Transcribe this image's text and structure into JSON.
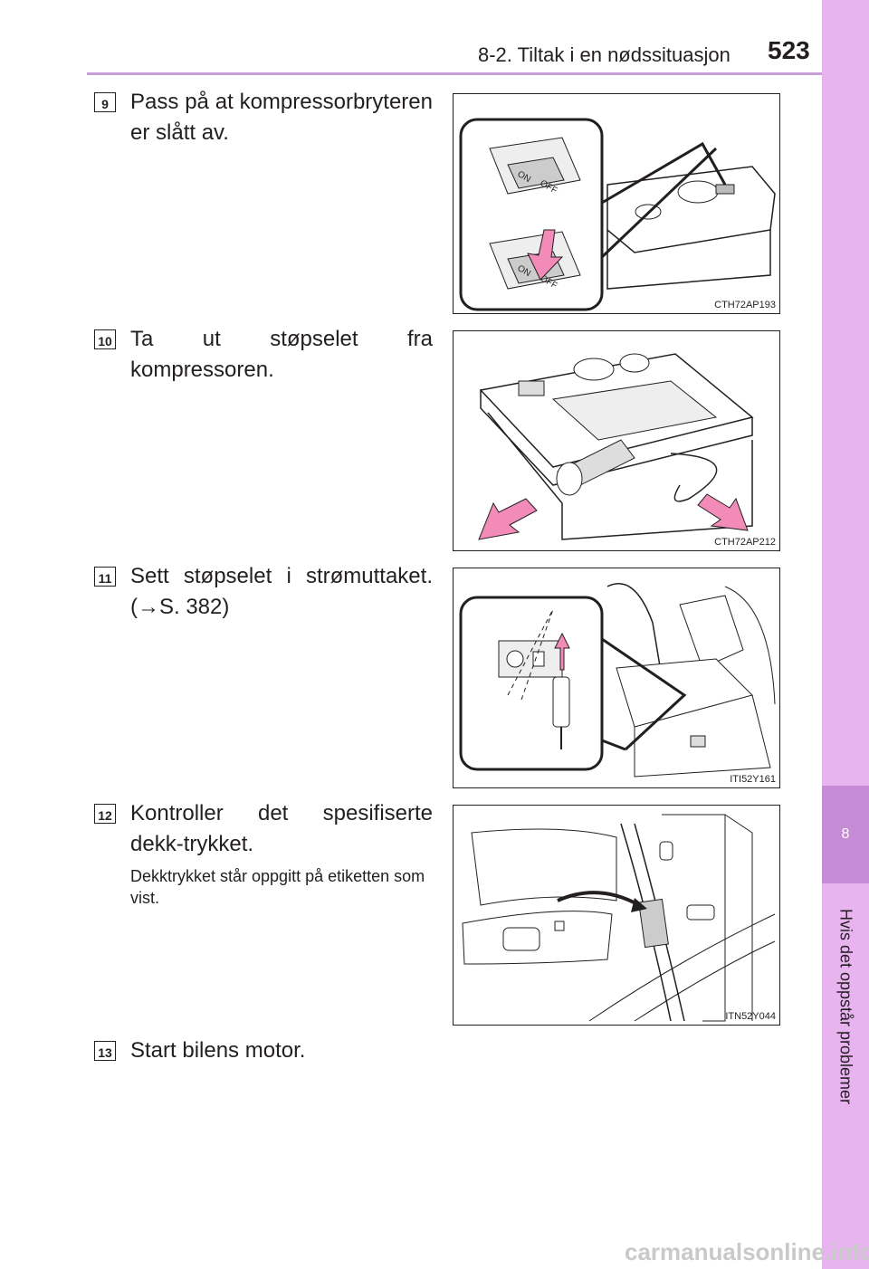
{
  "header": {
    "section": "8-2. Tiltak i en nødssituasjon",
    "page_number": "523"
  },
  "side_tab": {
    "chapter_number": "8",
    "chapter_title": "Hvis det oppstår problemer"
  },
  "steps": [
    {
      "number": "9",
      "text": "Pass på at kompressorbryteren er slått av.",
      "figure_code": "CTH72AP193"
    },
    {
      "number": "10",
      "text": "Ta ut støpselet fra kompressoren.",
      "figure_code": "CTH72AP212"
    },
    {
      "number": "11",
      "text": "Sett støpselet i strømuttaket. (→S. 382)",
      "figure_code": "ITI52Y161"
    },
    {
      "number": "12",
      "text": "Kontroller det spesifiserte dekk-trykket.",
      "note": "Dekktrykket står oppgitt på etiketten som vist.",
      "figure_code": "ITN52Y044"
    },
    {
      "number": "13",
      "text": "Start bilens motor."
    }
  ],
  "figure_labels": {
    "switch_on": "ON",
    "switch_off": "OFF"
  },
  "colors": {
    "accent": "#e8b4f0",
    "accent_dark": "#c58bd4",
    "arrow_pink": "#f28bb8"
  },
  "footer": {
    "watermark": "carmanualsonline.info"
  }
}
